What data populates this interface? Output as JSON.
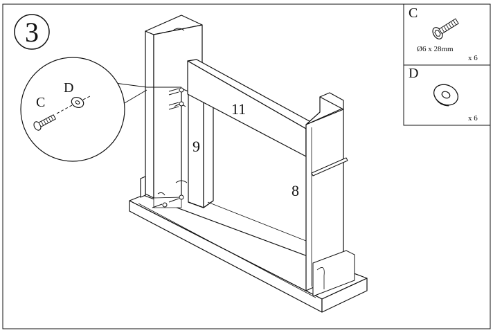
{
  "step": {
    "number": "3"
  },
  "parts": [
    {
      "id": "C",
      "letter": "C",
      "size": "Ø6 x 28mm",
      "qty": "x 6",
      "icon": "bolt-icon"
    },
    {
      "id": "D",
      "letter": "D",
      "qty": "x 6",
      "icon": "washer-icon"
    }
  ],
  "panels": {
    "top_rail": "11",
    "left_leg": "9",
    "right_side": "8"
  },
  "detail": {
    "bolt_label": "C",
    "washer_label": "D"
  },
  "colors": {
    "line": "#111111",
    "paper": "#ffffff"
  }
}
